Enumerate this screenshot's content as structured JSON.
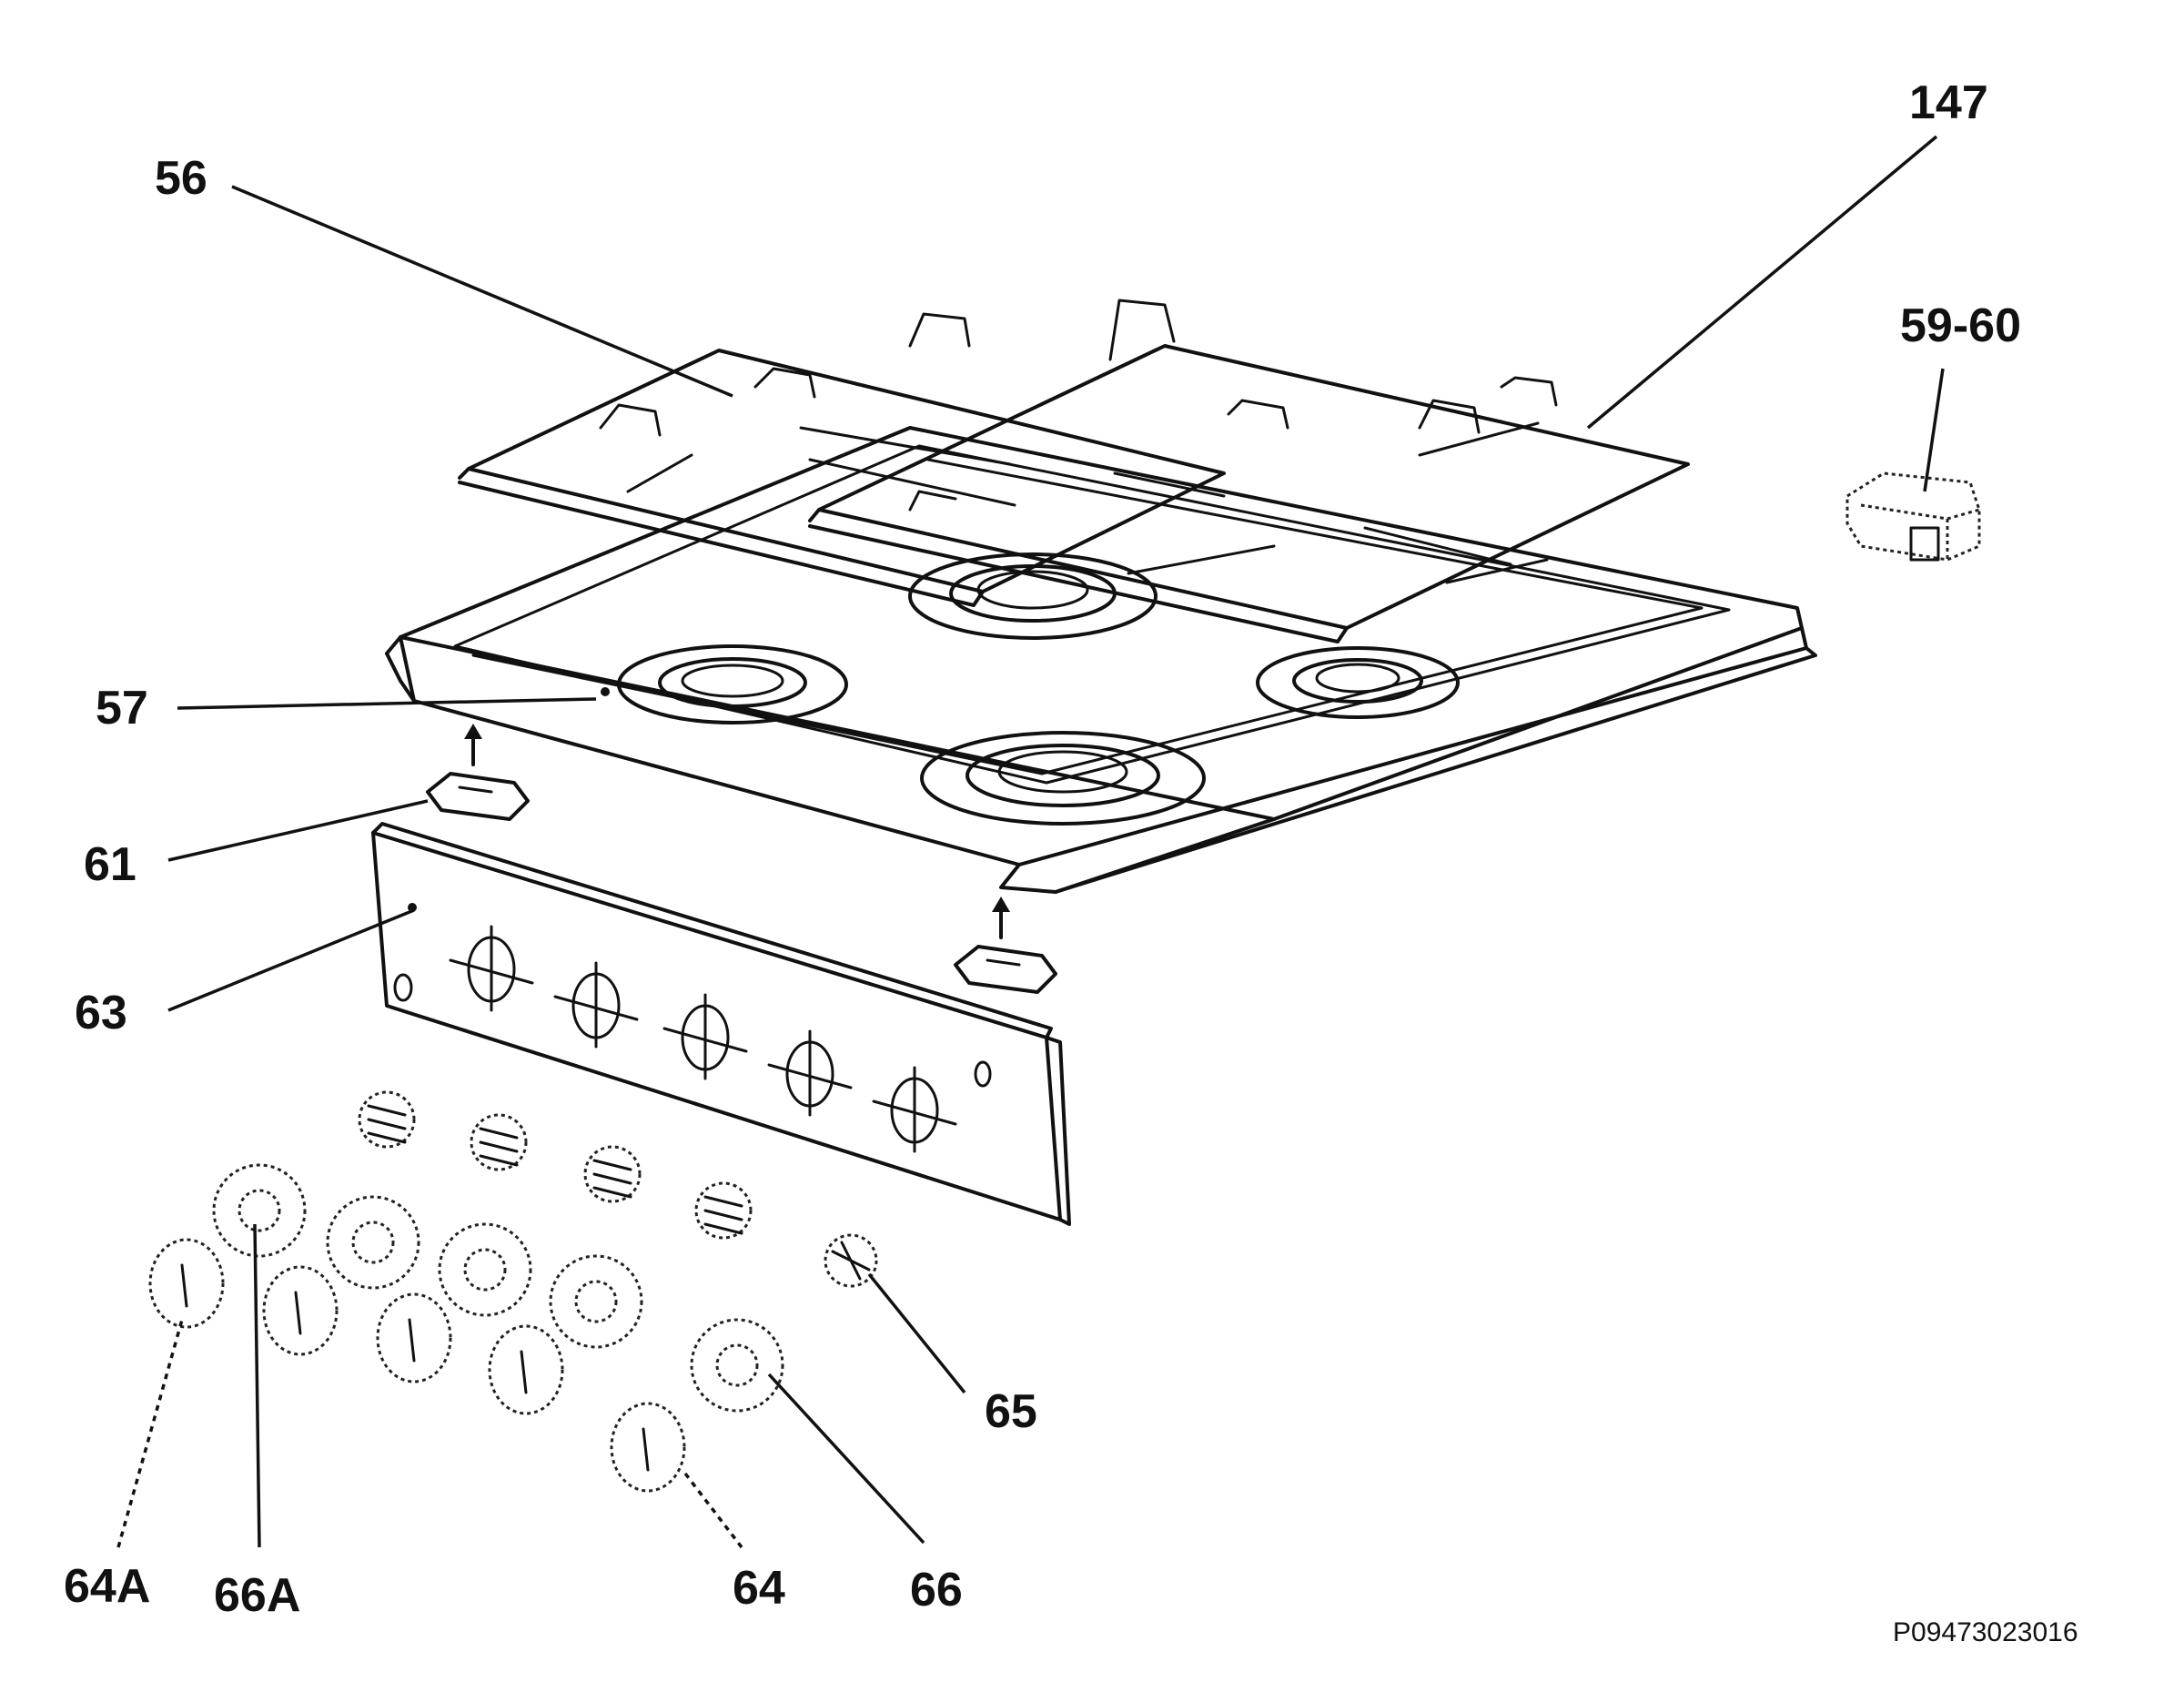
{
  "callouts": {
    "c147": "147",
    "c56": "56",
    "c5960": "59-60",
    "c57": "57",
    "c61": "61",
    "c63": "63",
    "c65": "65",
    "c64A": "64A",
    "c66A": "66A",
    "c64": "64",
    "c66": "66"
  },
  "reference_code": "P09473023016"
}
